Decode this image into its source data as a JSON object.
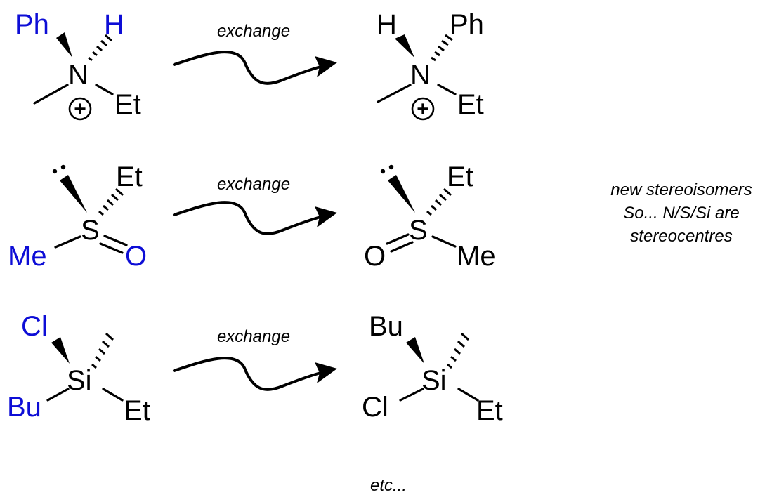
{
  "colors": {
    "black": "#000000",
    "blue": "#0d0dd6"
  },
  "arrow_label": "exchange",
  "annotation": {
    "line1": "new stereoisomers",
    "line2": "So... N/S/Si are",
    "line3": "stereocentres"
  },
  "footer": "etc...",
  "charge_symbol": "+",
  "lone_pair": "··",
  "ammonium_left": {
    "ph": "Ph",
    "h": "H",
    "center": "N",
    "et": "Et"
  },
  "ammonium_right": {
    "h": "H",
    "ph": "Ph",
    "center": "N",
    "et": "Et"
  },
  "sulfoxide_left": {
    "et": "Et",
    "center": "S",
    "me": "Me",
    "o": "O"
  },
  "sulfoxide_right": {
    "et": "Et",
    "center": "S",
    "o": "O",
    "me": "Me"
  },
  "silane_left": {
    "cl": "Cl",
    "center": "Si",
    "bu": "Bu",
    "et": "Et"
  },
  "silane_right": {
    "bu": "Bu",
    "center": "Si",
    "cl": "Cl",
    "et": "Et"
  }
}
